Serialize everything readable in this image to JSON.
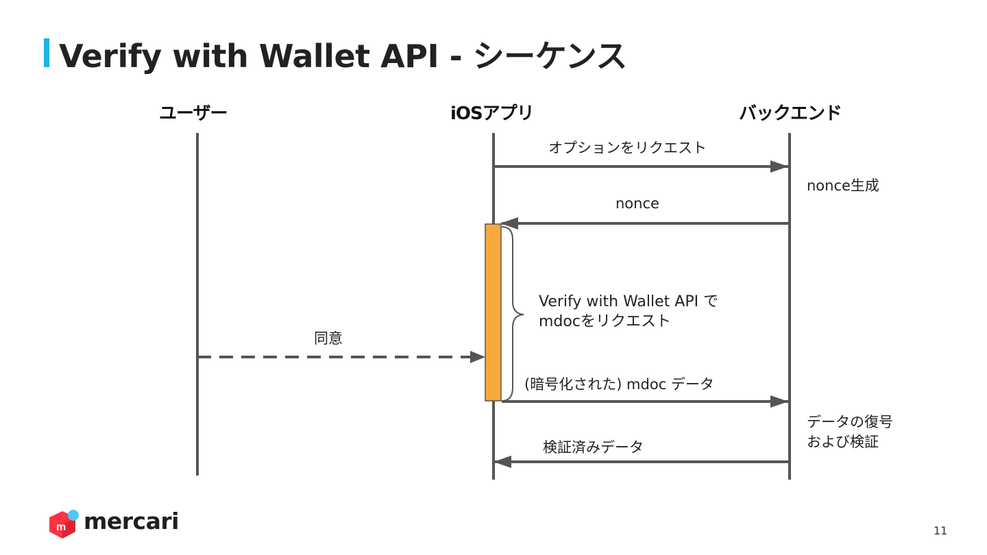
{
  "title": "Verify with Wallet API - シーケンス",
  "actors": {
    "user": "ユーザー",
    "app": "iOSアプリ",
    "backend": "バックエンド"
  },
  "messages": {
    "request_options": "オプションをリクエスト",
    "nonce": "nonce",
    "consent": "同意",
    "encrypted_mdoc": "(暗号化された) mdoc データ",
    "verified_data": "検証済みデータ"
  },
  "notes": {
    "nonce_generation": "nonce生成",
    "verify_line1": "Verify with Wallet API で",
    "verify_line2": "mdocをリクエスト",
    "decrypt_line1": "データの復号",
    "decrypt_line2": "および検証"
  },
  "brand": {
    "name": "mercari",
    "logo_letter": "m"
  },
  "page_number": "11",
  "colors": {
    "accent_bar": "#1ab3e8",
    "activation": "#f7a93b",
    "lines": "#555555",
    "logo_red": "#ff333f",
    "logo_blue": "#4dc9f6"
  }
}
